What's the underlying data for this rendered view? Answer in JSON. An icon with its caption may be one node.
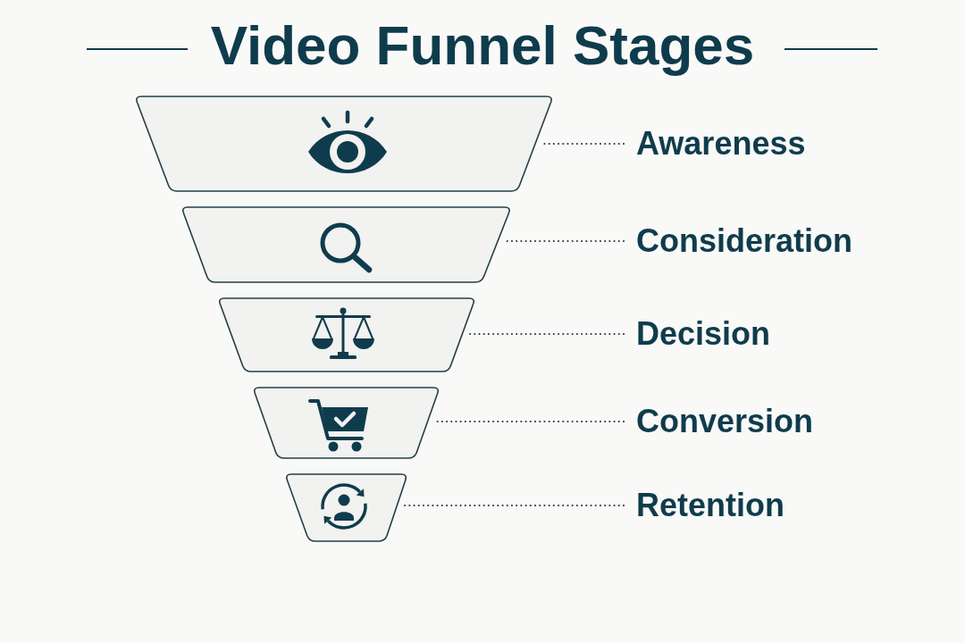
{
  "diagram": {
    "title": "Video Funnel Stages",
    "nodes": [
      {
        "text": [],
        "shape": "trapezoid"
      },
      {
        "text": [
          "Awareness"
        ]
      },
      {
        "text": [],
        "shape": "trapezoid"
      },
      {
        "text": [
          "Consideration"
        ]
      },
      {
        "text": [],
        "shape": "trapezoid"
      },
      {
        "text": [
          "Decision"
        ]
      },
      {
        "text": [],
        "shape": "trapezoid"
      },
      {
        "text": [
          "Conversion"
        ]
      },
      {
        "text": [],
        "shape": "trapezoid"
      },
      {
        "text": [
          "Retention"
        ]
      }
    ],
    "edges": [
      {
        "from": 1,
        "to": 0,
        "arrow": "none",
        "style": "dashed"
      },
      {
        "from": 3,
        "to": 2,
        "arrow": "none",
        "style": "dashed"
      },
      {
        "from": 5,
        "to": 4,
        "arrow": "none",
        "style": "dashed"
      },
      {
        "from": 7,
        "to": 6,
        "arrow": "none",
        "style": "dashed"
      },
      {
        "from": 9,
        "to": 8,
        "arrow": "none",
        "style": "dashed"
      }
    ]
  }
}
